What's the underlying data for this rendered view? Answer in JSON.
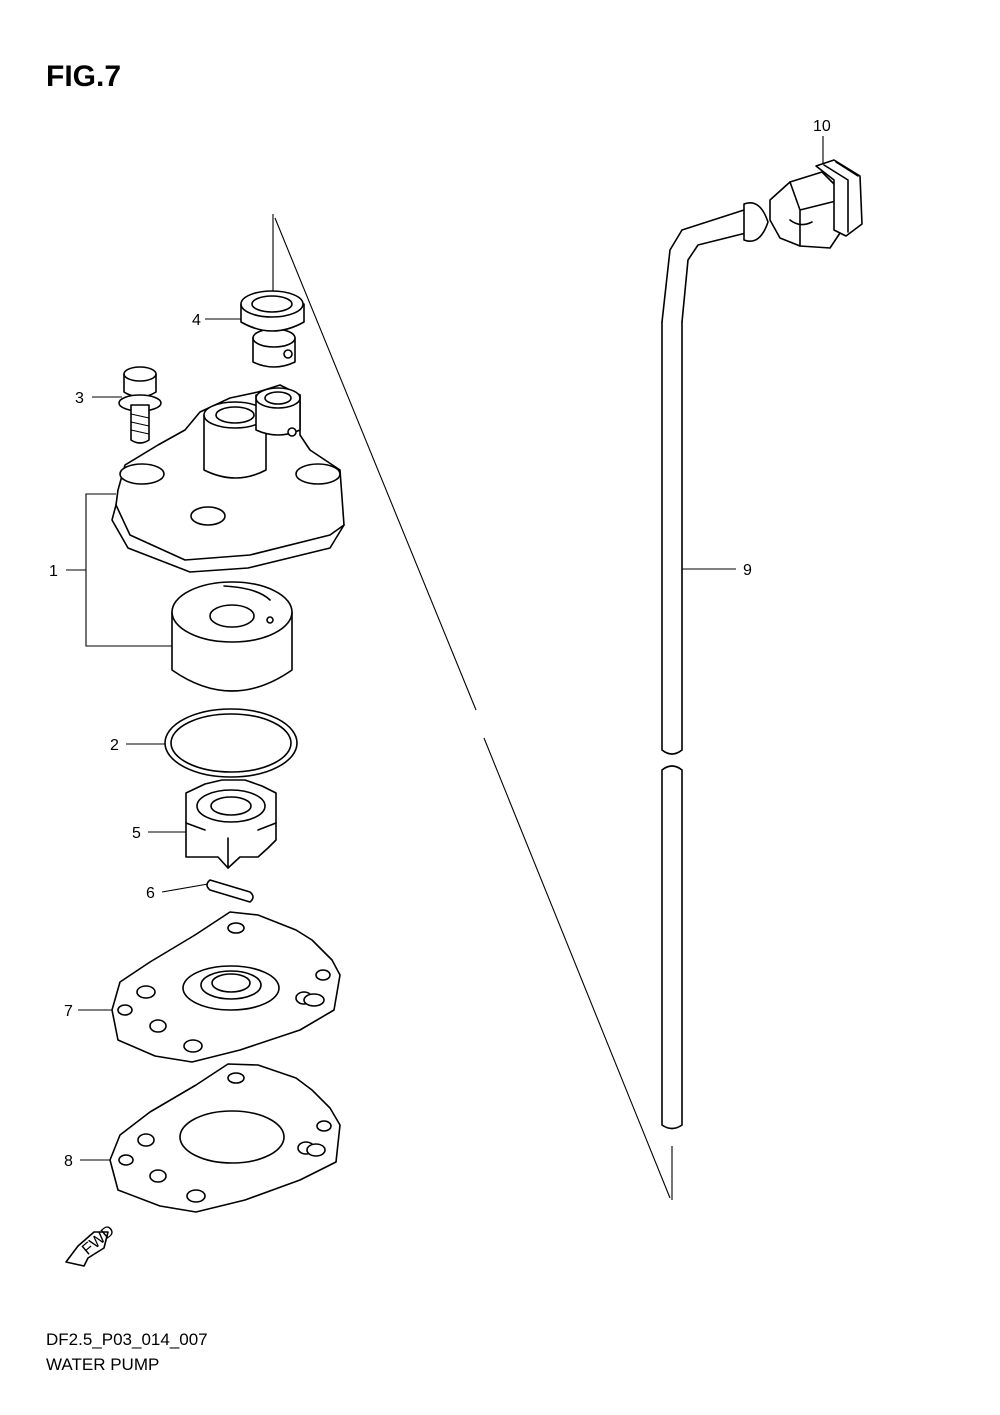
{
  "figure": {
    "title": "FIG.7",
    "code": "DF2.5_P03_014_007",
    "subtitle": "WATER PUMP"
  },
  "callouts": [
    "1",
    "2",
    "3",
    "4",
    "5",
    "6",
    "7",
    "8",
    "9",
    "10"
  ],
  "fwd_label": "FWD"
}
